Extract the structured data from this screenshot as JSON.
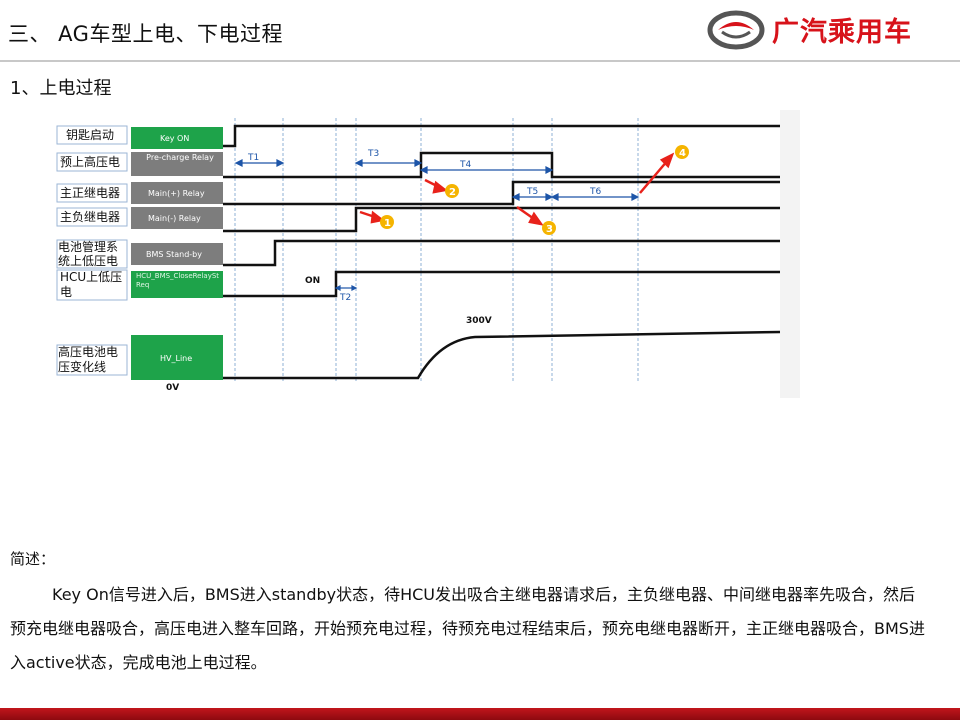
{
  "header": {
    "title": "三、 AG车型上电、下电过程",
    "brand_text": "广汽乘用车",
    "brand_color": "#d7121a"
  },
  "section_title": "1、上电过程",
  "diagram": {
    "rows": [
      {
        "label": "钥匙启动",
        "box": "Key ON"
      },
      {
        "label": "预上高压电",
        "box": "Pre-charge Relay"
      },
      {
        "label": "主正继电器",
        "box": "Main(+) Relay"
      },
      {
        "label": "主负继电器",
        "box": "Main(-) Relay"
      },
      {
        "label": "电池管理系统上低压电",
        "box": "BMS Stand-by"
      },
      {
        "label": "HCU上低压电",
        "box": "HCU_BMS_CloseRelayStReq"
      },
      {
        "label": "高压电池电压变化线",
        "box": "HV_Line"
      }
    ],
    "intervals": [
      "T1",
      "T2",
      "T3",
      "T4",
      "T5",
      "T6"
    ],
    "markers": [
      "1",
      "2",
      "3",
      "4"
    ],
    "texts": {
      "on": "ON",
      "voltage_high": "300V",
      "voltage_low": "0V"
    }
  },
  "summary": {
    "label": "简述：",
    "text": "Key On信号进入后，BMS进入standby状态，待HCU发出吸合主继电器请求后，主负继电器、中间继电器率先吸合，然后预充电继电器吸合，高压电进入整车回路，开始预充电过程，待预充电过程结束后，预充电继电器断开，主正继电器吸合，BMS进入active状态，完成电池上电过程。"
  },
  "colors": {
    "signal_box": "#1ea34a",
    "relay_box": "#808080",
    "interval": "#1d55a8",
    "marker": "#f5b400",
    "arrow": "#e8221b",
    "footer": "#c2161c"
  }
}
